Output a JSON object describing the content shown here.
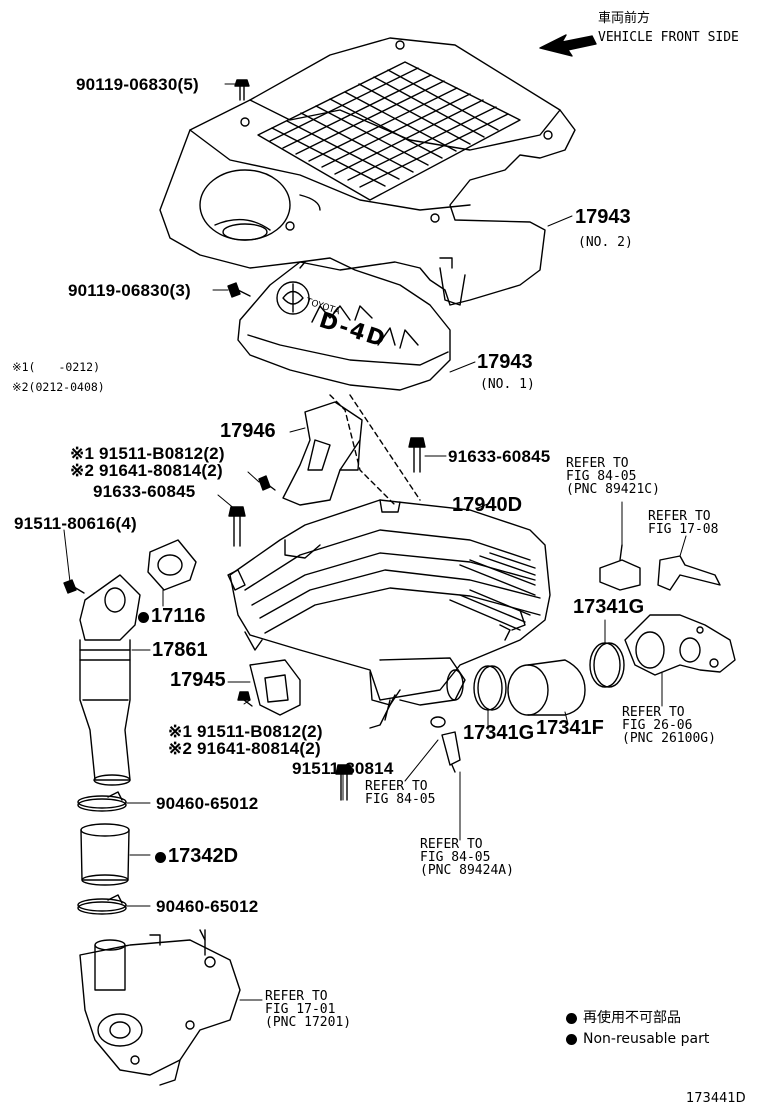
{
  "header": {
    "direction_jp": "車両前方",
    "direction_en": "VEHICLE FRONT SIDE"
  },
  "labels": {
    "bolt_top": "90119-06830(5)",
    "bolt_mid": "90119-06830(3)",
    "cover_no2_pn": "17943",
    "cover_no2_sub": "(NO. 2)",
    "cover_no1_pn": "17943",
    "cover_no1_sub": "(NO. 1)",
    "date_note_1": "※1(　　-0212)",
    "date_note_2": "※2(0212-0408)",
    "bracket_pn": "17946",
    "bolt_a1": "※1 91511-B0812(2)",
    "bolt_a2": "※2 91641-80814(2)",
    "bolt_b": "91633-60845",
    "bolt_c": "91633-60845",
    "intercooler_pn": "17940D",
    "bolt_d": "91511-80616(4)",
    "gasket_pn": "17116",
    "pipe_pn": "17861",
    "bracket2_pn": "17945",
    "bolt_e1": "※1 91511-B0812(2)",
    "bolt_e2": "※2 91641-80814(2)",
    "bolt_f": "91511-80814",
    "clamp_right_pn": "17341G",
    "clamp_mid_pn": "17341G",
    "hose_pn": "17341F",
    "clamp_pn_1": "90460-65012",
    "hose2_pn": "17342D",
    "clamp_pn_2": "90460-65012",
    "ref_8405_a": [
      "REFER TO",
      "FIG 84-05",
      "(PNC 89421C)"
    ],
    "ref_1708": [
      "REFER TO",
      "FIG 17-08"
    ],
    "ref_2606": [
      "REFER TO",
      "FIG 26-06",
      "(PNC 26100G)"
    ],
    "ref_8405_b": [
      "REFER TO",
      "FIG 84-05"
    ],
    "ref_8405_c": [
      "REFER TO",
      "FIG 84-05",
      "(PNC 89424A)"
    ],
    "ref_1701": [
      "REFER TO",
      "FIG 17-01",
      "(PNC 17201)"
    ],
    "cover_emblem": "D-4D",
    "cover_brand": "TOYOTA"
  },
  "legend": {
    "jp": "再使用不可部品",
    "en": "Non-reusable part"
  },
  "footer": {
    "diagram_id": "173441D"
  },
  "colors": {
    "ink": "#000000",
    "paper": "#ffffff"
  }
}
